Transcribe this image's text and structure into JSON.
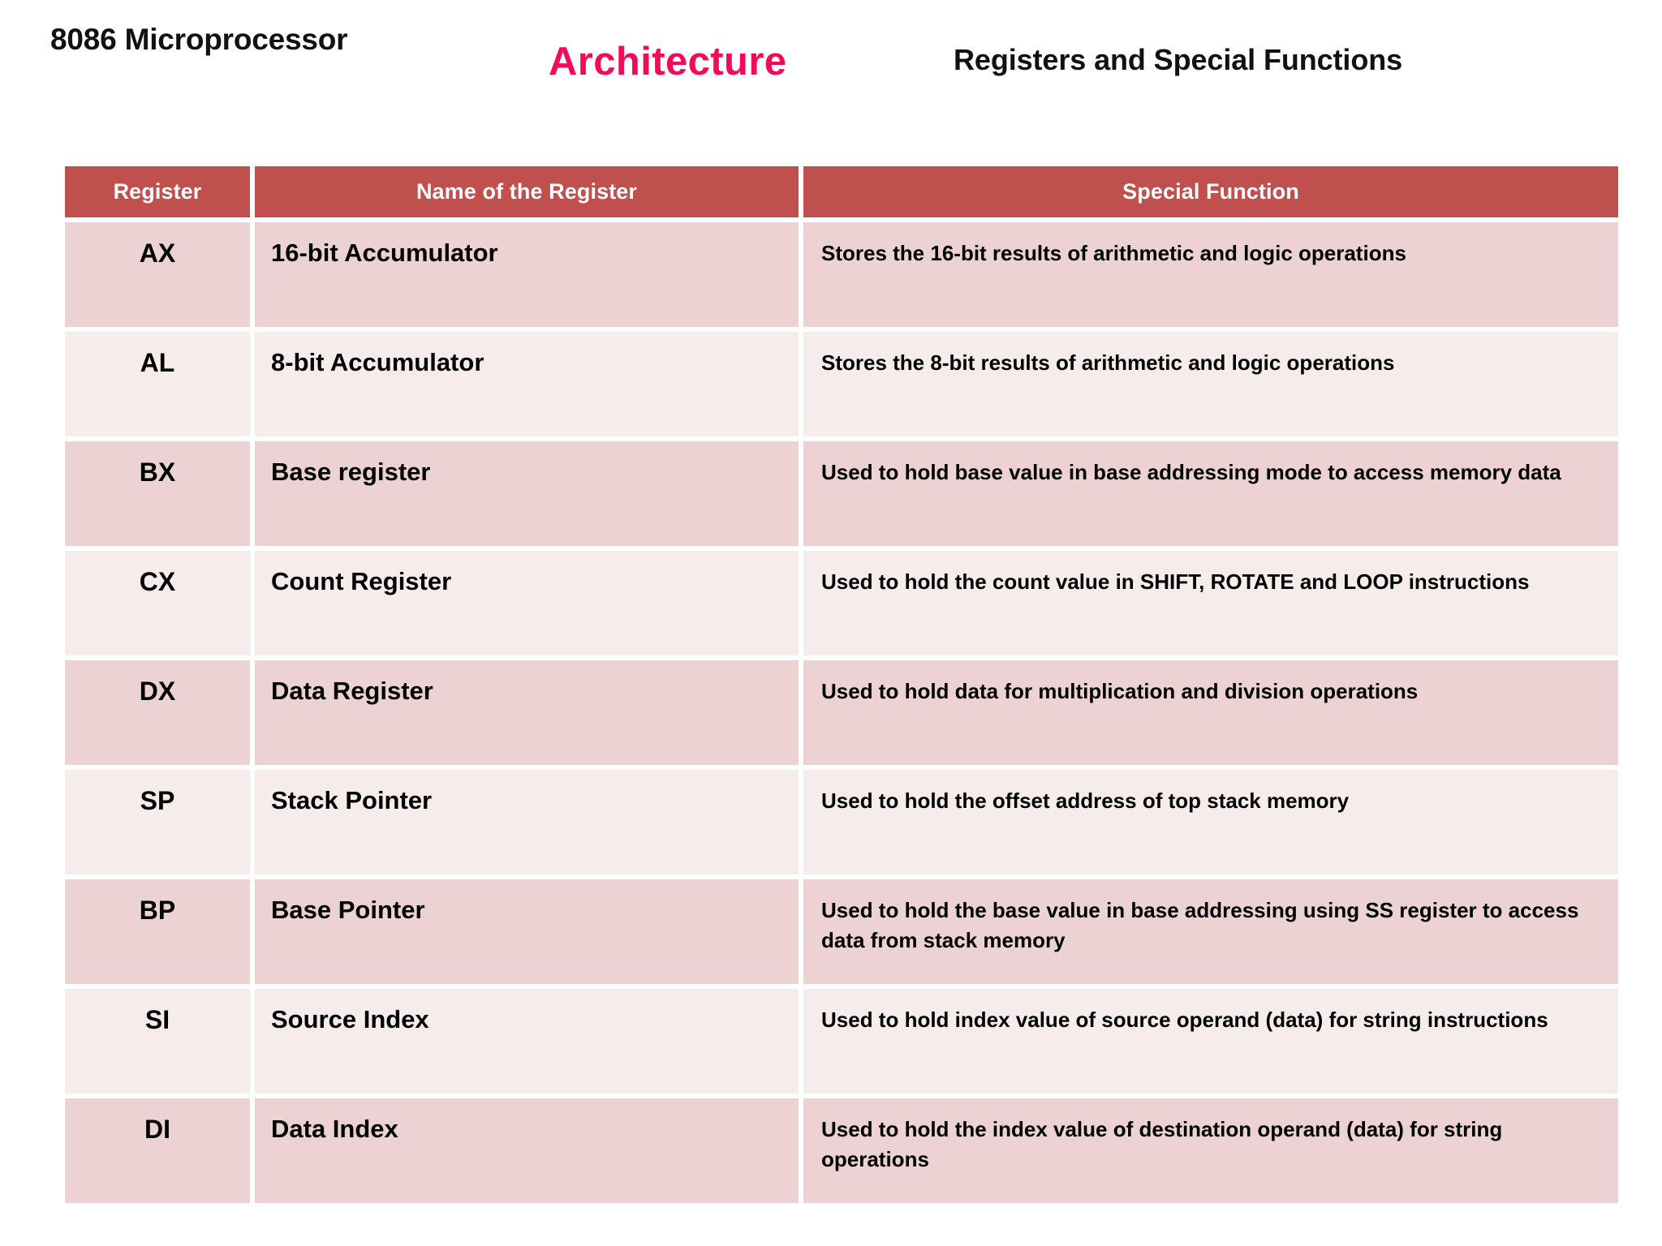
{
  "header": {
    "left_title": "8086 Microprocessor",
    "center_title": "Architecture",
    "right_title": "Registers and Special Functions",
    "accent_color": "#f50a5a",
    "table_header_color": "#c0504d",
    "row_dark_color": "#ecd2d2",
    "row_light_color": "#f7ecec"
  },
  "table": {
    "columns": [
      "Register",
      "Name of the Register",
      "Special Function"
    ],
    "rows": [
      {
        "register": "AX",
        "name": "16-bit Accumulator",
        "function": "Stores the 16-bit results of arithmetic and logic operations"
      },
      {
        "register": "AL",
        "name": "8-bit Accumulator",
        "function": "Stores the 8-bit results of arithmetic and logic operations"
      },
      {
        "register": "BX",
        "name": "Base register",
        "function": "Used to hold base value in base addressing mode to access memory data"
      },
      {
        "register": "CX",
        "name": "Count Register",
        "function": "Used to hold the count value in SHIFT, ROTATE and LOOP instructions"
      },
      {
        "register": "DX",
        "name": "Data Register",
        "function": "Used to hold data for multiplication and division operations"
      },
      {
        "register": "SP",
        "name": "Stack Pointer",
        "function": "Used to hold the offset address of top stack memory"
      },
      {
        "register": "BP",
        "name": "Base Pointer",
        "function": "Used to hold the base value in base addressing using SS register to access data from stack memory"
      },
      {
        "register": "SI",
        "name": "Source Index",
        "function": "Used to hold index value of source operand (data) for string instructions"
      },
      {
        "register": "DI",
        "name": "Data Index",
        "function": "Used to hold the index value of destination operand (data) for string operations"
      }
    ]
  }
}
